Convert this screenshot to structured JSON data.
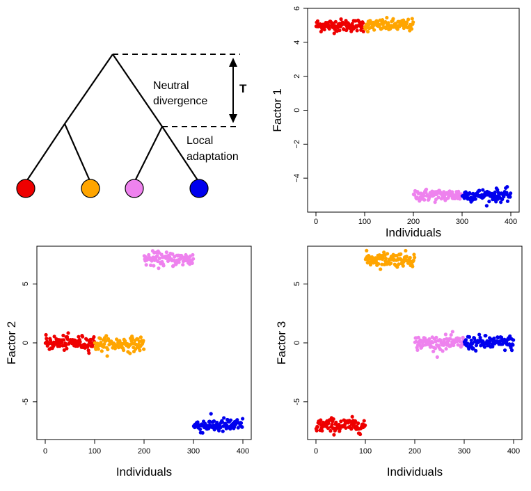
{
  "tree": {
    "neutral_label_line1": "Neutral",
    "neutral_label_line2": "divergence",
    "time_label": "T",
    "local_label_line1": "Local",
    "local_label_line2": "adaptation",
    "leaves": [
      {
        "population": "red",
        "color": "#ee0000"
      },
      {
        "population": "orange",
        "color": "#ffa500"
      },
      {
        "population": "violet",
        "color": "#ee82ee"
      },
      {
        "population": "blue",
        "color": "#0000ee"
      }
    ]
  },
  "chart_data": [
    {
      "type": "scatter",
      "panel": "factor1",
      "xlabel": "Individuals",
      "ylabel": "Factor 1",
      "xlim": [
        0,
        400
      ],
      "ylim": [
        -6,
        6
      ],
      "xticks": [
        "0",
        "100",
        "200",
        "300",
        "400"
      ],
      "yticks": [
        "6",
        "4",
        "2",
        "0",
        "−2",
        "−4"
      ],
      "ytick_values": [
        6,
        4,
        2,
        0,
        -2,
        -4
      ],
      "series": [
        {
          "population": "red",
          "color": "#ee0000",
          "x_range": [
            0,
            100
          ],
          "mean": 5.0,
          "spread": 0.18
        },
        {
          "population": "orange",
          "color": "#ffa500",
          "x_range": [
            100,
            200
          ],
          "mean": 5.0,
          "spread": 0.18
        },
        {
          "population": "violet",
          "color": "#ee82ee",
          "x_range": [
            200,
            300
          ],
          "mean": -5.0,
          "spread": 0.18
        },
        {
          "population": "blue",
          "color": "#0000ee",
          "x_range": [
            300,
            400
          ],
          "mean": -5.0,
          "spread": 0.18
        }
      ]
    },
    {
      "type": "scatter",
      "panel": "factor2",
      "xlabel": "Individuals",
      "ylabel": "Factor 2",
      "xlim": [
        0,
        400
      ],
      "ylim": [
        -8.2,
        8.2
      ],
      "xticks": [
        "0",
        "100",
        "200",
        "300",
        "400"
      ],
      "yticks": [
        "5",
        "0",
        "-5"
      ],
      "ytick_values": [
        5,
        0,
        -5
      ],
      "series": [
        {
          "population": "red",
          "color": "#ee0000",
          "x_range": [
            0,
            100
          ],
          "mean": 0.0,
          "spread": 0.3
        },
        {
          "population": "orange",
          "color": "#ffa500",
          "x_range": [
            100,
            200
          ],
          "mean": -0.1,
          "spread": 0.3
        },
        {
          "population": "violet",
          "color": "#ee82ee",
          "x_range": [
            200,
            300
          ],
          "mean": 7.1,
          "spread": 0.3
        },
        {
          "population": "blue",
          "color": "#0000ee",
          "x_range": [
            300,
            400
          ],
          "mean": -7.0,
          "spread": 0.3
        }
      ]
    },
    {
      "type": "scatter",
      "panel": "factor3",
      "xlabel": "Individuals",
      "ylabel": "Factor 3",
      "xlim": [
        0,
        400
      ],
      "ylim": [
        -8.2,
        8.2
      ],
      "xticks": [
        "0",
        "100",
        "200",
        "300",
        "400"
      ],
      "yticks": [
        "5",
        "0",
        "-5"
      ],
      "ytick_values": [
        5,
        0,
        -5
      ],
      "series": [
        {
          "population": "red",
          "color": "#ee0000",
          "x_range": [
            0,
            100
          ],
          "mean": -7.0,
          "spread": 0.3
        },
        {
          "population": "orange",
          "color": "#ffa500",
          "x_range": [
            100,
            200
          ],
          "mean": 7.1,
          "spread": 0.3
        },
        {
          "population": "violet",
          "color": "#ee82ee",
          "x_range": [
            200,
            300
          ],
          "mean": 0.0,
          "spread": 0.3
        },
        {
          "population": "blue",
          "color": "#0000ee",
          "x_range": [
            300,
            400
          ],
          "mean": 0.0,
          "spread": 0.3
        }
      ]
    }
  ]
}
